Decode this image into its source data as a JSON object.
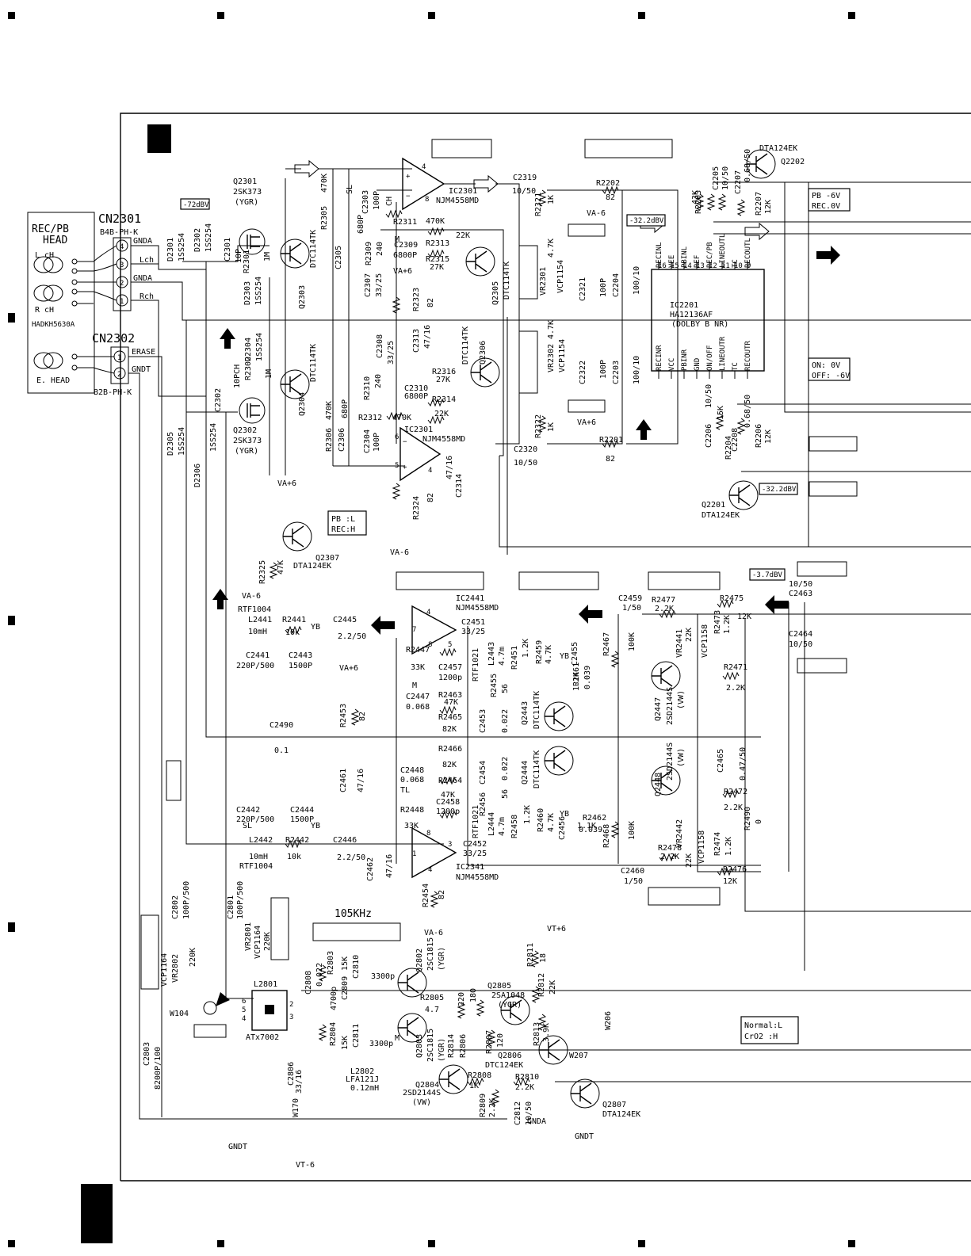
{
  "connectors": {
    "cn2301": {
      "ref": "CN2301",
      "part": "B4B-PH-K",
      "pins": [
        "4",
        "3",
        "2",
        "1"
      ],
      "signals": [
        "GNDA",
        "Lch",
        "GNDA",
        "Rch"
      ]
    },
    "cn2302": {
      "ref": "CN2302",
      "part": "B2B-PH-K",
      "pins": [
        "1",
        "2"
      ],
      "signals": [
        "ERASE",
        "GNDT"
      ]
    }
  },
  "heads": {
    "recpb_title1": "REC/PB",
    "recpb_title2": "HEAD",
    "lch": "L cH",
    "rch": "R cH",
    "part": "HADKH5630A",
    "erase": "E. HEAD"
  },
  "levels": {
    "in_level": "-72dBV",
    "out_level": "-32.2dBV",
    "out_level2": "-32.2dBV",
    "ext_level": "-3.7dBV",
    "pb_rec": [
      "PB -6V",
      "REC.0V"
    ],
    "on_off": [
      "ON: 0V",
      "OFF: -6V"
    ],
    "pb_l": "PB  :L",
    "rec_h": "REC:H",
    "normal_l": "Normal:L",
    "cro2_h": "CrO2  :H"
  },
  "rails": {
    "va6p": "VA+6",
    "va6m": "VA-6",
    "vt6p": "VT+6",
    "vt6m": "VT-6",
    "gndt": "GNDT",
    "gnda": "GNDA"
  },
  "ic": {
    "ic2301a": "IC2301",
    "ic2301a_part": "NJM4558MD",
    "ic2301b": "IC2301",
    "ic2301b_part": "NJM4558MD",
    "ic2201": "IC2201",
    "ic2201_part": "HA12136AF",
    "ic2201_desc": "(DOLBY B NR)",
    "ic2201_top": [
      "RECINL",
      "VEE",
      "PBINL",
      "REF",
      "REC/PB",
      "LINEOUTL",
      "TC",
      "RECOUTL"
    ],
    "ic2201_top_pins": [
      "16",
      "15",
      "14",
      "13",
      "12",
      "11",
      "10",
      "9"
    ],
    "ic2201_bot": [
      "RECINR",
      "VCC",
      "PBINR",
      "GND",
      "ON/OFF",
      "LINEOUTR",
      "TC",
      "RECOUTR"
    ],
    "ic2201_bot_pins": [
      "1",
      "2",
      "3",
      "4",
      "5",
      "6",
      "7",
      "8"
    ],
    "ic2441": "IC2441",
    "ic2441_part": "NJM4558MD",
    "ic2341": "IC2341",
    "ic2341_part": "NJM4558MD"
  },
  "transistors": {
    "q2301": [
      "Q2301",
      "2SK373",
      "(YGR)"
    ],
    "q2302": [
      "Q2302",
      "2SK373",
      "(YGR)"
    ],
    "q2303": "Q2303",
    "q2303_p": "DTC114TK",
    "q2304": "Q2304",
    "q2304_p": "DTC114TK",
    "q2305": "Q2305",
    "q2305_p": "DTC114TK",
    "q2306": "Q2306",
    "q2306_p": "DTC114TK",
    "q2307": "Q2307",
    "q2307_p": "DTA124EK",
    "q2202": "Q2202",
    "q2202_p": "DTA124EK",
    "q2201": "Q2201",
    "q2201_p": "DTA124EK",
    "q2443": "Q2443",
    "q2443_p": "DTC114TK",
    "q2444": "Q2444",
    "q2444_p": "DTC114TK",
    "q2447": "Q2447",
    "q2447_p": "2SD2144S",
    "q2447_r": "(VW)",
    "q2448": "Q2448",
    "q2448_p": "2SD2144S",
    "q2448_r": "(VW)",
    "q2802": "Q2802",
    "q2802_p": "2SC1815",
    "q2802_r": "(YGR)",
    "q2803": "Q2803",
    "q2803_p": "2SC1815",
    "q2803_r": "(YGR)",
    "q2804": "Q2804",
    "q2804_p": "2SD2144S",
    "q2804_r": "(VW)",
    "q2805": "Q2805",
    "q2805_p": "2SA1048",
    "q2805_r": "(YGR)",
    "q2806": "Q2806",
    "q2806_p": "DTC124EK",
    "q2807": "Q2807",
    "q2807_p": "DTA124EK"
  },
  "parts": {
    "d2301": "D2301",
    "d2301_p": "1SS254",
    "d2302": "D2302",
    "d2302_p": "1SS254",
    "d2303": "D2303",
    "d2303_p": "1SS254",
    "d2304": "D2304",
    "d2304_p": "1SS254",
    "d2305": "D2305",
    "d2305_p": "1SS254",
    "d2306": "D2306",
    "d2306_p": "1SS254",
    "c2301": "C2301",
    "c2301_v": "10P",
    "c2302": "C2302",
    "c2302_v": "10PCH",
    "r2301": "R2301",
    "r2301_v": "1M",
    "r2302": "R2302",
    "r2302_v": "1M",
    "r2305": "R2305",
    "r2305_v": "470K",
    "r2306": "R2306",
    "r2306_v": "470K",
    "c2305": "C2305",
    "c2305_v": "680P",
    "c2306": "C2306",
    "c2306_v": "680P",
    "c2303": "C2303",
    "c2303_v": "100P",
    "c2304": "C2304",
    "c2304_v": "100P",
    "r2309": "R2309",
    "r2309_v": "240",
    "r2310": "R2310",
    "r2310_v": "240",
    "c2307": "C2307",
    "c2307_v": "33/25",
    "c2308": "C2308",
    "c2308_v": "33/25",
    "r2311": "R2311",
    "r2311_v": "470K",
    "r2312": "R2312",
    "r2312_v": "470K",
    "c2309": "C2309",
    "c2309_v": "6800P",
    "c2310": "C2310",
    "c2310_v": "6800P",
    "r2313": "R2313",
    "r2313_v": "22K",
    "r2315": "R2315",
    "r2315_v": "27K",
    "r2314": "R2314",
    "r2314_v": "22K",
    "r2316": "R2316",
    "r2316_v": "27K",
    "r2323": "R2323",
    "r2323_v": "82",
    "r2324": "R2324",
    "r2324_v": "82",
    "c2313": "C2313",
    "c2313_v": "47/16",
    "c2314": "C2314",
    "c2314_v": "47/16",
    "c2319": "C2319",
    "c2319_v": "10/50",
    "c2320": "C2320",
    "c2320_v": "10/50",
    "r2321": "R2321",
    "r2321_v": "1K",
    "r2322": "R2322",
    "r2322_v": "1K",
    "vr2301": "VR2301",
    "vr2301_v": "4.7K",
    "vr2301_p": "VCP1154",
    "vr2302": "VR2302",
    "vr2302_v": "4.7K",
    "vr2302_p": "VCP1154",
    "r2202": "R2202",
    "r2202_v": "82",
    "r2201": "R2201",
    "r2201_v": "82",
    "c2321": "C2321",
    "c2321_v": "100P",
    "c2322": "C2322",
    "c2322_v": "100P",
    "c2204": "C2204",
    "c2204_v": "100/10",
    "c2203": "C2203",
    "c2203_v": "100/10",
    "r2203": "R2203",
    "r2203_v": "43K",
    "r2204": "R2204",
    "r2204_v": "15K",
    "c2205": "C2205",
    "c2205_v": "10/50",
    "c2207": "C2207",
    "c2207_v": "0.68/50",
    "c2206": "C2206",
    "c2206_v": "10/50",
    "c2208": "C2208",
    "c2208_v": "0.68/50",
    "r2207": "R2207",
    "r2207_v": "12K",
    "r2206": "R2206",
    "r2206_v": "12K",
    "r2325": "R2325",
    "r2325_v": "47K",
    "rtf1004a": "RTF1004",
    "l2441": "L2441",
    "l2441_v": "10mH",
    "r2441": "R2441",
    "r2441_v": "10k",
    "c2441": "C2441",
    "c2441_v": "220P/500",
    "c2443": "C2443",
    "c2443_v": "1500P",
    "c2445": "C2445",
    "c2445_v": "2.2/50",
    "c2451": "C2451",
    "c2451_v": "33/25",
    "r2447": "R2447",
    "r2447_v": "33K",
    "c2457": "C2457",
    "c2457_v": "1200p",
    "c2447": "C2447",
    "c2447_v": "0.068",
    "r2463": "R2463",
    "r2463_v": "47K",
    "r2465": "R2465",
    "r2465_v": "82K",
    "rtf1021a": "RTF1021",
    "l2443": "L2443",
    "l2443_v": "4.7m",
    "r2451": "R2451",
    "r2451_v": "1.2K",
    "r2455": "R2455",
    "r2455_v": "56",
    "c2453": "C2453",
    "c2453_v": "0.022",
    "r2459": "R2459",
    "r2459_v": "4.7K",
    "c2455": "C2455",
    "c2455_v": "0.039",
    "r2461": "R2461",
    "r2461_v": "1.1K",
    "r2467": "R2467",
    "r2467_v": "100K",
    "c2459": "C2459",
    "c2459_v": "1/50",
    "r2477": "R2477",
    "r2477_v": "2.2K",
    "vr2441": "VR2441",
    "vr2441_v": "22K",
    "vr2441_p": "VCP1158",
    "r2475": "R2475",
    "r2475_v": "12K",
    "r2473": "R2473",
    "r2473_v": "1.2K",
    "c2463": "C2463",
    "c2463_v": "10/50",
    "c2464": "C2464",
    "c2464_v": "10/50",
    "r2471": "R2471",
    "r2471_v": "2.2K",
    "r2453": "R2453",
    "r2453_v": "82",
    "c2490": "C2490",
    "c2490_v": "0.1",
    "c2461": "C2461",
    "c2461_v": "47/16",
    "c2448": "C2448",
    "c2448_v": "0.068",
    "r2466": "R2466",
    "r2466_v": "82K",
    "r2464": "R2464",
    "r2464_v": "47K",
    "r2448": "R2448",
    "r2448_v": "33K",
    "c2458": "C2458",
    "c2458_v": "1200p",
    "c2454": "C2454",
    "c2454_v": "0.022",
    "r2456": "R2456",
    "r2456_v": "56",
    "rtf1021b": "RTF1021",
    "l2444": "L2444",
    "l2444_v": "4.7m",
    "r2458": "R2458",
    "r2458_v": "1.2K",
    "r2460": "R2460",
    "r2460_v": "4.7K",
    "c2456": "C2456",
    "c2456_v": "0.039",
    "r2462": "R2462",
    "r2462_v": "1.1K",
    "r2468": "R2468",
    "r2468_v": "100K",
    "c2460": "C2460",
    "c2460_v": "1/50",
    "r2478": "R2478",
    "r2478_v": "2.2K",
    "vr2442": "VR2442",
    "vr2442_v": "22K",
    "vr2442_p": "VCP1158",
    "r2474": "R2474",
    "r2474_v": "1.2K",
    "r2476": "R2476",
    "r2476_v": "12K",
    "c2465": "C2465",
    "c2465_v": "0.47/50",
    "r2472": "R2472",
    "r2472_v": "2.2K",
    "r2490": "R2490",
    "r2490_v": "0",
    "c2442": "C2442",
    "c2442_v": "220P/500",
    "c2444": "C2444",
    "c2444_v": "1500P",
    "l2442": "L2442",
    "l2442_v": "10mH",
    "r2442": "R2442",
    "r2442_v": "10k",
    "rtf1004b": "RTF1004",
    "c2446": "C2446",
    "c2446_v": "2.2/50",
    "c2462": "C2462",
    "c2462_v": "47/16",
    "c2452": "C2452",
    "c2452_v": "33/25",
    "r2454": "R2454",
    "r2454_v": "82",
    "c2802": "C2802",
    "c2802_v": "100P/500",
    "c2801": "C2801",
    "c2801_v": "100P/500",
    "vr2802": "VR2802",
    "vr2802_v": "220K",
    "vr2802_p": "VCP1164",
    "vr2801": "VR2801",
    "vr2801_v": "220K",
    "vr2801_p": "VCP1164",
    "w104": "W104",
    "c2803": "C2803",
    "c2803_v": "8200P/100",
    "l2801": "L2801",
    "l2801_p": "ATx7002",
    "osc": "105KHz",
    "c2808": "C2808",
    "c2808_v": "0.022",
    "r2803": "R2803",
    "r2803_v": "15K",
    "c2810": "C2810",
    "c2810_v": "3300p",
    "c2809": "C2809",
    "c2809_v": "4700p",
    "r2804": "R2804",
    "r2804_v": "15K",
    "c2811": "C2811",
    "c2811_v": "3300p",
    "r2805": "R2805",
    "r2805_v": "4.7",
    "r2814": "R2814",
    "r2814_v": "220",
    "r2806": "R2806",
    "r2806_v": "180",
    "r2807": "R2807",
    "r2807_v": "120",
    "r2811": "R2811",
    "r2811_v": "18",
    "r2812": "R2812",
    "r2812_v": "22K",
    "r2813": "R2813",
    "r2813_v": "3.9K",
    "r2808": "R2808",
    "r2808_v": "1K",
    "r2809": "R2809",
    "r2809_v": "2.2K",
    "r2810": "R2810",
    "r2810_v": "2.2K",
    "c2812": "C2812",
    "c2812_v": "10/50",
    "c2806": "C2806",
    "c2806_v": "33/16",
    "l2802": "L2802",
    "l2802_p": "LFA121J",
    "l2802_v": "0.12mH",
    "w170": "W170",
    "w206": "W206",
    "w207": "W207"
  },
  "misc": {
    "pin1": "1",
    "pin4": "4",
    "pin5": "5",
    "pin6": "6",
    "pin2": "2",
    "pin3": "3",
    "pin7": "7",
    "pin8": "8",
    "m": "M",
    "sl": "SL",
    "ch": "CH",
    "yb": "YB",
    "tl": "TL",
    "plus": "+"
  }
}
